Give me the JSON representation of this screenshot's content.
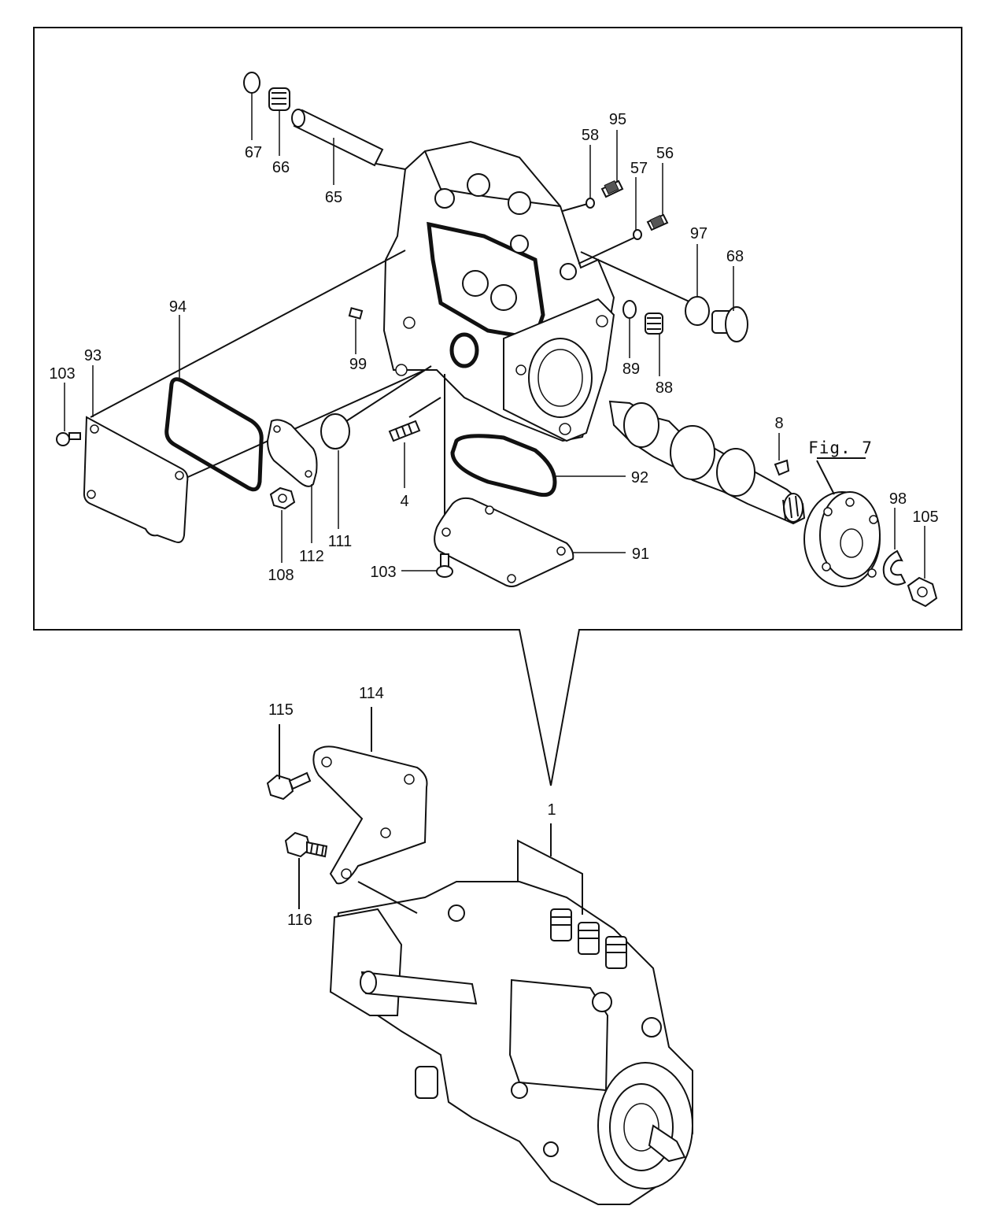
{
  "figure_ref": "Fig. 7",
  "part_labels": {
    "p1": "1",
    "p4": "4",
    "p8": "8",
    "p56": "56",
    "p57": "57",
    "p58": "58",
    "p65": "65",
    "p66": "66",
    "p67": "67",
    "p68": "68",
    "p88": "88",
    "p89": "89",
    "p91": "91",
    "p92": "92",
    "p93": "93",
    "p94": "94",
    "p95": "95",
    "p97": "97",
    "p98": "98",
    "p99": "99",
    "p103a": "103",
    "p103b": "103",
    "p105": "105",
    "p108": "108",
    "p111": "111",
    "p112": "112",
    "p114": "114",
    "p115": "115",
    "p116": "116"
  }
}
